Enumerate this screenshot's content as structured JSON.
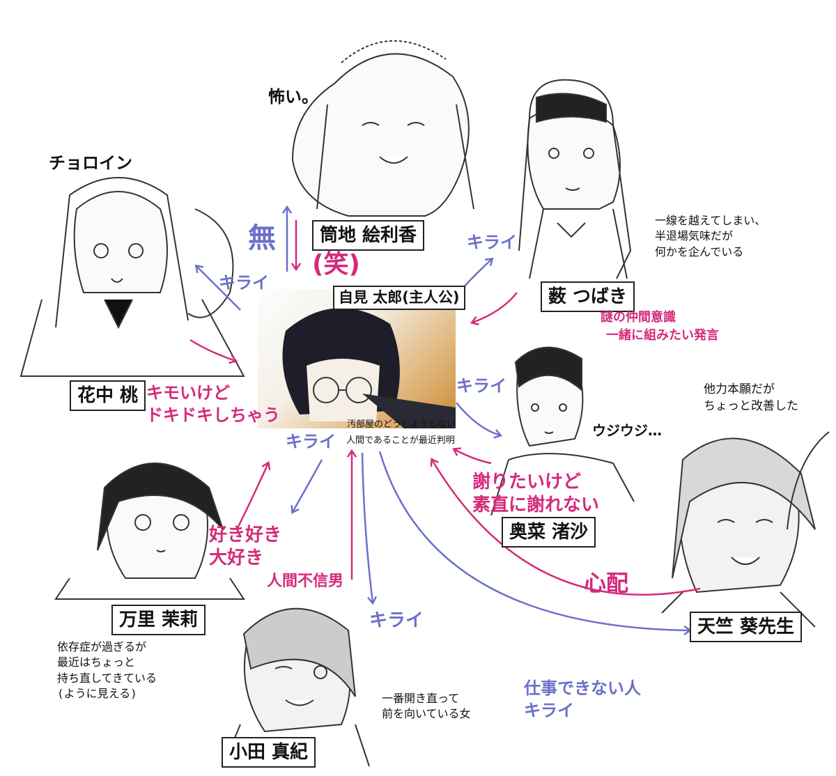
{
  "characters": {
    "protagonist": "自見 太郎(主人公)",
    "tsutsuchi": "筒地 絵利香",
    "yabu": "薮 つばき",
    "hananaka": "花中 桃",
    "okuna": "奥菜 渚沙",
    "banri": "万里 茉莉",
    "tenjiku": "天竺 葵先生",
    "oda": "小田 真紀"
  },
  "labels": {
    "kowai": "怖い。",
    "choroin": "チョロイン",
    "mu": "無",
    "warai": "(笑)",
    "kirai": "キライ",
    "nazo_1": "謎の仲間意識",
    "nazo_2": "一緒に組みたい発言",
    "kimoi_1": "キモいけど",
    "kimoi_2": "ドキドキしちゃう",
    "ujiuji": "ウジウジ…",
    "ayamari_1": "謝りたいけど",
    "ayamari_2": "素直に謝れない",
    "suki_1": "好き好き",
    "suki_2": "大好き",
    "ningen_fushin": "人間不信男",
    "shinpai": "心配",
    "shigoto_1": "仕事できない人",
    "shigoto_2": "キライ"
  },
  "notes": {
    "yabu_1": "一線を越えてしまい、",
    "yabu_2": "半退場気味だが",
    "yabu_3": "何かを企んでいる",
    "tenjiku_1": "他力本願だが",
    "tenjiku_2": "ちょっと改善した",
    "banri_1": "依存症が過ぎるが",
    "banri_2": "最近はちょっと",
    "banri_3": "持ち直してきている",
    "banri_4": "(ように見える)",
    "oda_1": "一番開き直って",
    "oda_2": "前を向いている女",
    "protag_1": "汚部屋のどうしようもない",
    "protag_2": "人間であることが最近判明"
  },
  "colors": {
    "blue": "#6b70c8",
    "pink": "#d42a7a",
    "ink": "#111111"
  }
}
